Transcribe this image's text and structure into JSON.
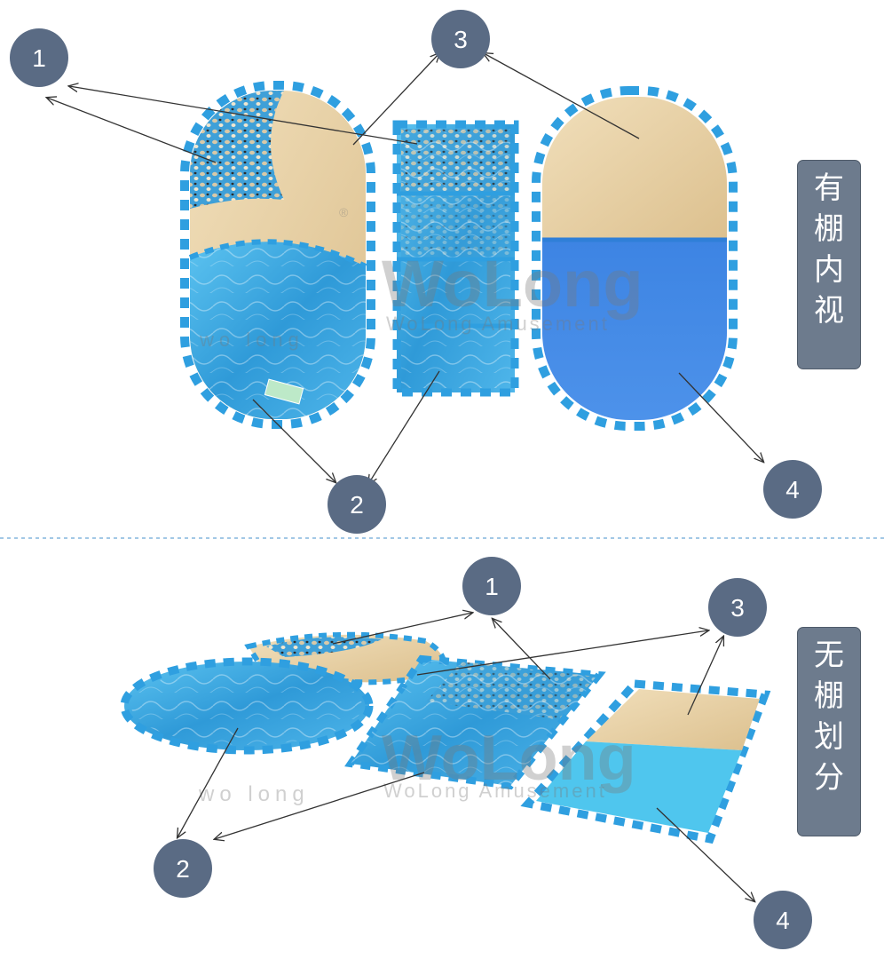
{
  "section_top": {
    "label": "有棚内视",
    "callouts": [
      "1",
      "2",
      "3",
      "4"
    ]
  },
  "section_bottom": {
    "label": "无棚划分",
    "callouts": [
      "1",
      "2",
      "3",
      "4"
    ]
  },
  "watermark": {
    "brand": "WoLong Amusement",
    "logo_text": "wo long",
    "registered_mark": "®"
  },
  "colors": {
    "badge": "#5a6b84",
    "label_bg": "#6d7b8d",
    "water": "#3aa8e0",
    "sand": "#e9d3a8",
    "pool_blue": "#3f86e0",
    "border": "#2f9fe0"
  }
}
